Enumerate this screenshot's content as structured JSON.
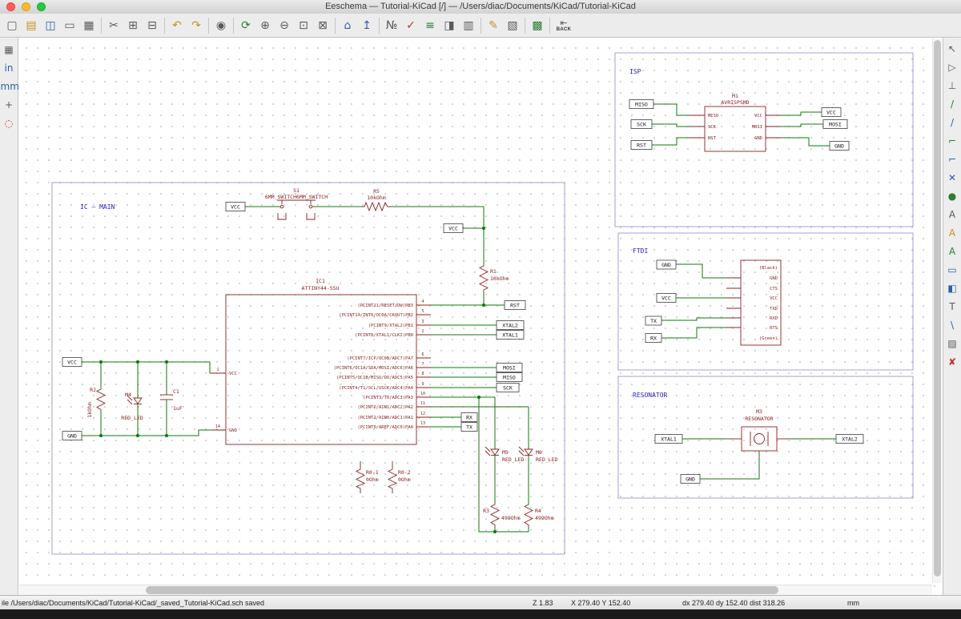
{
  "window": {
    "title": "Eeschema — Tutorial-KiCad [/] — /Users/diac/Documents/KiCad/Tutorial-KiCad"
  },
  "toolbar_top": {
    "items": [
      {
        "name": "new-schematic",
        "glyph": "▢"
      },
      {
        "name": "open-schematic",
        "glyph": "▤"
      },
      {
        "name": "save-project",
        "glyph": "◫"
      },
      {
        "name": "page-settings",
        "glyph": "▭"
      },
      {
        "name": "print",
        "glyph": "▦"
      },
      {
        "name": "cut",
        "glyph": "✂"
      },
      {
        "name": "copy",
        "glyph": "⊞"
      },
      {
        "name": "paste",
        "glyph": "⊟"
      },
      {
        "name": "undo",
        "glyph": "↶"
      },
      {
        "name": "redo",
        "glyph": "↷"
      },
      {
        "name": "find",
        "glyph": "◉"
      },
      {
        "name": "redraw-view",
        "glyph": "⟳"
      },
      {
        "name": "zoom-in",
        "glyph": "⊕"
      },
      {
        "name": "zoom-out",
        "glyph": "⊖"
      },
      {
        "name": "zoom-fit",
        "glyph": "⊡"
      },
      {
        "name": "zoom-selection",
        "glyph": "⊠"
      },
      {
        "name": "hierarchy-navigator",
        "glyph": "⌂"
      },
      {
        "name": "leave-sheet",
        "glyph": "↥"
      },
      {
        "name": "annotate",
        "glyph": "№"
      },
      {
        "name": "erc-check",
        "glyph": "✓"
      },
      {
        "name": "bom",
        "glyph": "≡"
      },
      {
        "name": "assign-footprints",
        "glyph": "◨"
      },
      {
        "name": "generate-netlist",
        "glyph": "▥"
      },
      {
        "name": "library-editor",
        "glyph": "✎"
      },
      {
        "name": "library-browser",
        "glyph": "▧"
      },
      {
        "name": "run-pcbnew",
        "glyph": "▩"
      },
      {
        "name": "back-annotate",
        "glyph": "⇤",
        "caption": "BACK"
      }
    ]
  },
  "toolbar_left": {
    "items": [
      {
        "name": "grid-toggle",
        "glyph": "▦"
      },
      {
        "name": "units-inches",
        "glyph": "in"
      },
      {
        "name": "units-mm",
        "glyph": "mm"
      },
      {
        "name": "cursor-shape",
        "glyph": "+"
      },
      {
        "name": "show-hidden-pins",
        "glyph": "◌"
      }
    ]
  },
  "toolbar_right": {
    "items": [
      {
        "name": "cursor-tool",
        "glyph": "↖"
      },
      {
        "name": "place-component",
        "glyph": "▷"
      },
      {
        "name": "place-power-port",
        "glyph": "⊥"
      },
      {
        "name": "place-wire",
        "glyph": "/"
      },
      {
        "name": "place-bus",
        "glyph": "/"
      },
      {
        "name": "wire-to-bus-entry",
        "glyph": "⌐"
      },
      {
        "name": "bus-to-bus-entry",
        "glyph": "⌐"
      },
      {
        "name": "place-no-connect",
        "glyph": "✕"
      },
      {
        "name": "place-junction",
        "glyph": "●"
      },
      {
        "name": "place-net-label",
        "glyph": "A"
      },
      {
        "name": "place-global-label",
        "glyph": "A"
      },
      {
        "name": "place-hierarchical-label",
        "glyph": "A"
      },
      {
        "name": "place-hierarchical-sheet",
        "glyph": "▭"
      },
      {
        "name": "import-sheet-pin",
        "glyph": "◧"
      },
      {
        "name": "place-text",
        "glyph": "T"
      },
      {
        "name": "place-polyline",
        "glyph": "\\"
      },
      {
        "name": "place-image",
        "glyph": "▨"
      },
      {
        "name": "delete-items",
        "glyph": "✘"
      }
    ]
  },
  "schematic": {
    "main": {
      "title": "IC — MAIN",
      "s1": {
        "ref": "S1",
        "value": "6MM_SWITCH6MM_SWITCH"
      },
      "r5": {
        "ref": "R5",
        "value": "10kOhm"
      },
      "r1": {
        "ref": "R1",
        "value": "10kOhm"
      },
      "r2": {
        "ref": "R2",
        "value": "1kOhm"
      },
      "r3": {
        "ref": "R3",
        "value": "499Ohm"
      },
      "r4": {
        "ref": "R4",
        "value": "499Ohm"
      },
      "r01": {
        "ref": "R0-1",
        "value": "0Ohm"
      },
      "r02": {
        "ref": "R0-2",
        "value": "0Ohm"
      },
      "c1": {
        "ref": "C1",
        "value": "1uF"
      },
      "m4": {
        "ref": "M4",
        "value": "RED_LED"
      },
      "m5": {
        "ref": "M5",
        "value": "RED_LED"
      },
      "m6": {
        "ref": "M6",
        "value": "RED_LED"
      },
      "ic1": {
        "ref": "IC1",
        "value": "ATTINY44-SSU",
        "left_pins": [
          {
            "num": "1",
            "name": "VCC"
          },
          {
            "num": "14",
            "name": "GND"
          }
        ],
        "right_pins": [
          {
            "num": "4",
            "name": "(PCINT11/RESET/DW)PB3"
          },
          {
            "num": "5",
            "name": "(PCINT10/INT0/OC0A/CKOUT)PB2"
          },
          {
            "num": "3",
            "name": "(PCINT9/XTAL2)PB1"
          },
          {
            "num": "2",
            "name": "(PCINT8/XTAL1/CLKI)PB0"
          },
          {
            "num": "6",
            "name": "(PCINT7/ICP/OC0B/ADC7)PA7"
          },
          {
            "num": "7",
            "name": "(PCINT6/OC1A/SDA/MOSI/ADC6)PA6"
          },
          {
            "num": "8",
            "name": "(PCINT5/OC1B/MISO/DO/ADC5)PA5"
          },
          {
            "num": "9",
            "name": "(PCINT4/T1/SCL/USCK/ADC4)PA4"
          },
          {
            "num": "10",
            "name": "(PCINT3/T0/ADC3)PA3"
          },
          {
            "num": "11",
            "name": "(PCINT2/AIN1/ADC2)PA2"
          },
          {
            "num": "12",
            "name": "(PCINT1/AIN0/ADC1)PA1"
          },
          {
            "num": "13",
            "name": "(PCINT0/AREF/ADC0)PA0"
          }
        ]
      },
      "labels": {
        "vcc_switch": "VCC",
        "vcc_mid": "VCC",
        "vcc_left": "VCC",
        "gnd_left": "GND",
        "rst": "RST",
        "xtal2": "XTAL2",
        "xtal1": "XTAL1",
        "mosi": "MOSI",
        "miso": "MISO",
        "sck": "SCK",
        "rx": "RX",
        "tx": "TX"
      }
    },
    "isp": {
      "title": "ISP",
      "m1": {
        "ref": "M1",
        "value": "AVRISPSMD"
      },
      "pins_left": [
        "MISO",
        "SCK",
        "RST"
      ],
      "pins_right": [
        "VCC",
        "MOSI",
        "GND"
      ],
      "labels_left": [
        "MISO",
        "SCK",
        "RST"
      ],
      "labels_right": [
        "VCC",
        "MOSI",
        "GND"
      ]
    },
    "ftdi": {
      "title": "FTDI",
      "pins": [
        "(Black)",
        "GND",
        "CTS",
        "VCC",
        "TXD",
        "RXD",
        "RTS",
        "(Green)"
      ],
      "labels": {
        "gnd": "GND",
        "vcc": "VCC",
        "tx": "TX",
        "rx": "RX"
      }
    },
    "resonator": {
      "title": "RESONATOR",
      "m3": {
        "ref": "M3",
        "value": "RESONATOR"
      },
      "labels": {
        "xtal1": "XTAL1",
        "xtal2": "XTAL2",
        "gnd": "GND"
      }
    }
  },
  "statusbar": {
    "file_message": "ile /Users/diac/Documents/KiCad/Tutorial-KiCad/_saved_Tutorial-KiCad.sch saved",
    "zoom": "Z 1.83",
    "position": "X 279.40  Y 152.40",
    "delta": "dx 279.40  dy 152.40  dist 318.26",
    "units": "mm"
  }
}
